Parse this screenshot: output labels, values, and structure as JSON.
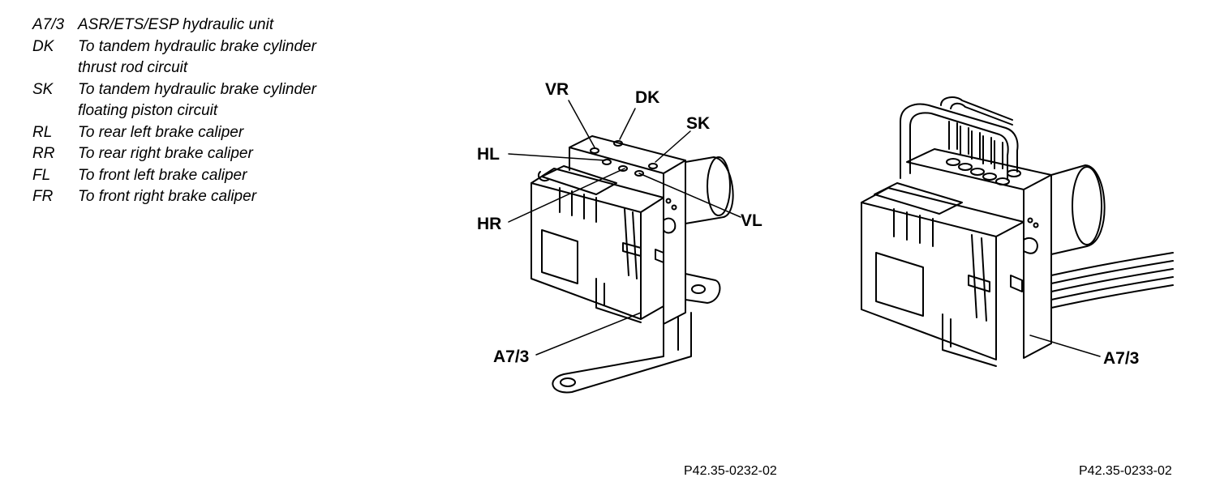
{
  "legend": [
    {
      "code": "A7/3",
      "desc": "ASR/ETS/ESP hydraulic unit"
    },
    {
      "code": "DK",
      "desc": "To tandem hydraulic brake cylinder\nthrust rod circuit"
    },
    {
      "code": "SK",
      "desc": "To tandem hydraulic brake cylinder\nfloating piston circuit"
    },
    {
      "code": "RL",
      "desc": "To rear left brake caliper"
    },
    {
      "code": "RR",
      "desc": "To rear right brake caliper"
    },
    {
      "code": "FL",
      "desc": "To front left brake caliper"
    },
    {
      "code": "FR",
      "desc": "To front right brake caliper"
    }
  ],
  "callouts": {
    "vr": "VR",
    "dk": "DK",
    "sk": "SK",
    "hl": "HL",
    "hr": "HR",
    "vl": "VL",
    "a73_left": "A7/3",
    "a73_right": "A7/3"
  },
  "figure_refs": {
    "left": "P42.35-0232-02",
    "right": "P42.35-0233-02"
  }
}
